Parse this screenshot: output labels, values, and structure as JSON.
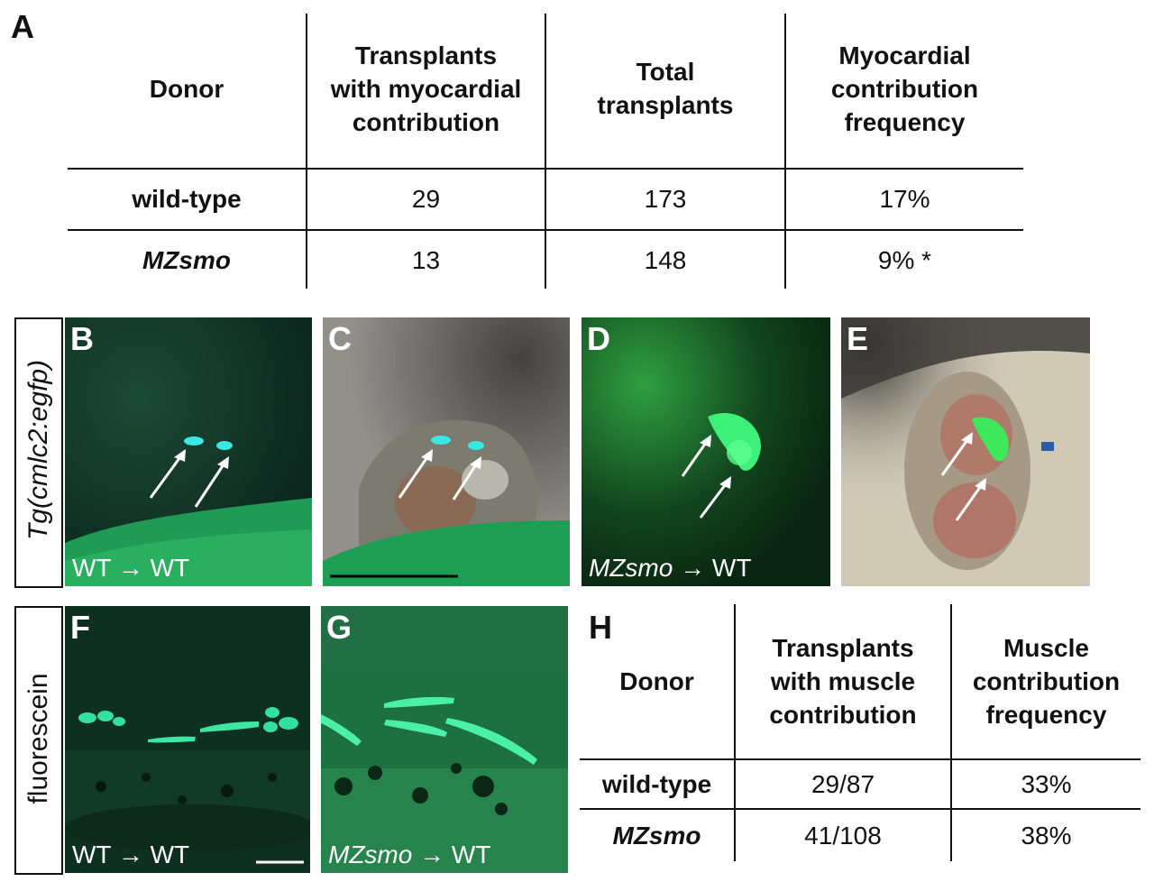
{
  "panel_letters": {
    "a": "A",
    "b": "B",
    "c": "C",
    "d": "D",
    "e": "E",
    "f": "F",
    "g": "G",
    "h": "H"
  },
  "table_a": {
    "headers": {
      "donor": "Donor",
      "with_contribution": [
        "Transplants",
        "with myocardial",
        "contribution"
      ],
      "total": [
        "Total",
        "transplants"
      ],
      "frequency": [
        "Myocardial",
        "contribution",
        "frequency"
      ]
    },
    "rows": [
      {
        "donor": "wild-type",
        "with_contribution": "29",
        "total": "173",
        "frequency": "17%"
      },
      {
        "donor": "MZsmo",
        "with_contribution": "13",
        "total": "148",
        "frequency": "9% *"
      }
    ]
  },
  "side_labels": {
    "row1": "Tg(cmlc2:egfp)",
    "row2": "fluorescein"
  },
  "captions": {
    "b": {
      "donor": "WT",
      "arrow": "→",
      "host": "WT"
    },
    "d": {
      "donor": "MZsmo",
      "arrow": "→",
      "host": "WT"
    },
    "f": {
      "donor": "WT",
      "arrow": "→",
      "host": "WT"
    },
    "g": {
      "donor": "MZsmo",
      "arrow": "→",
      "host": "WT"
    }
  },
  "table_h": {
    "headers": {
      "donor": "Donor",
      "with_contribution": [
        "Transplants",
        "with muscle",
        "contribution"
      ],
      "frequency": [
        "Muscle",
        "contribution",
        "frequency"
      ]
    },
    "rows": [
      {
        "donor": "wild-type",
        "with_contribution": "29/87",
        "frequency": "33%"
      },
      {
        "donor": "MZsmo",
        "with_contribution": "41/108",
        "frequency": "38%"
      }
    ]
  },
  "colors": {
    "fluor_green": "#2fd06a",
    "cyan_cells": "#33e6e0",
    "dark_field": "#0a2418"
  }
}
